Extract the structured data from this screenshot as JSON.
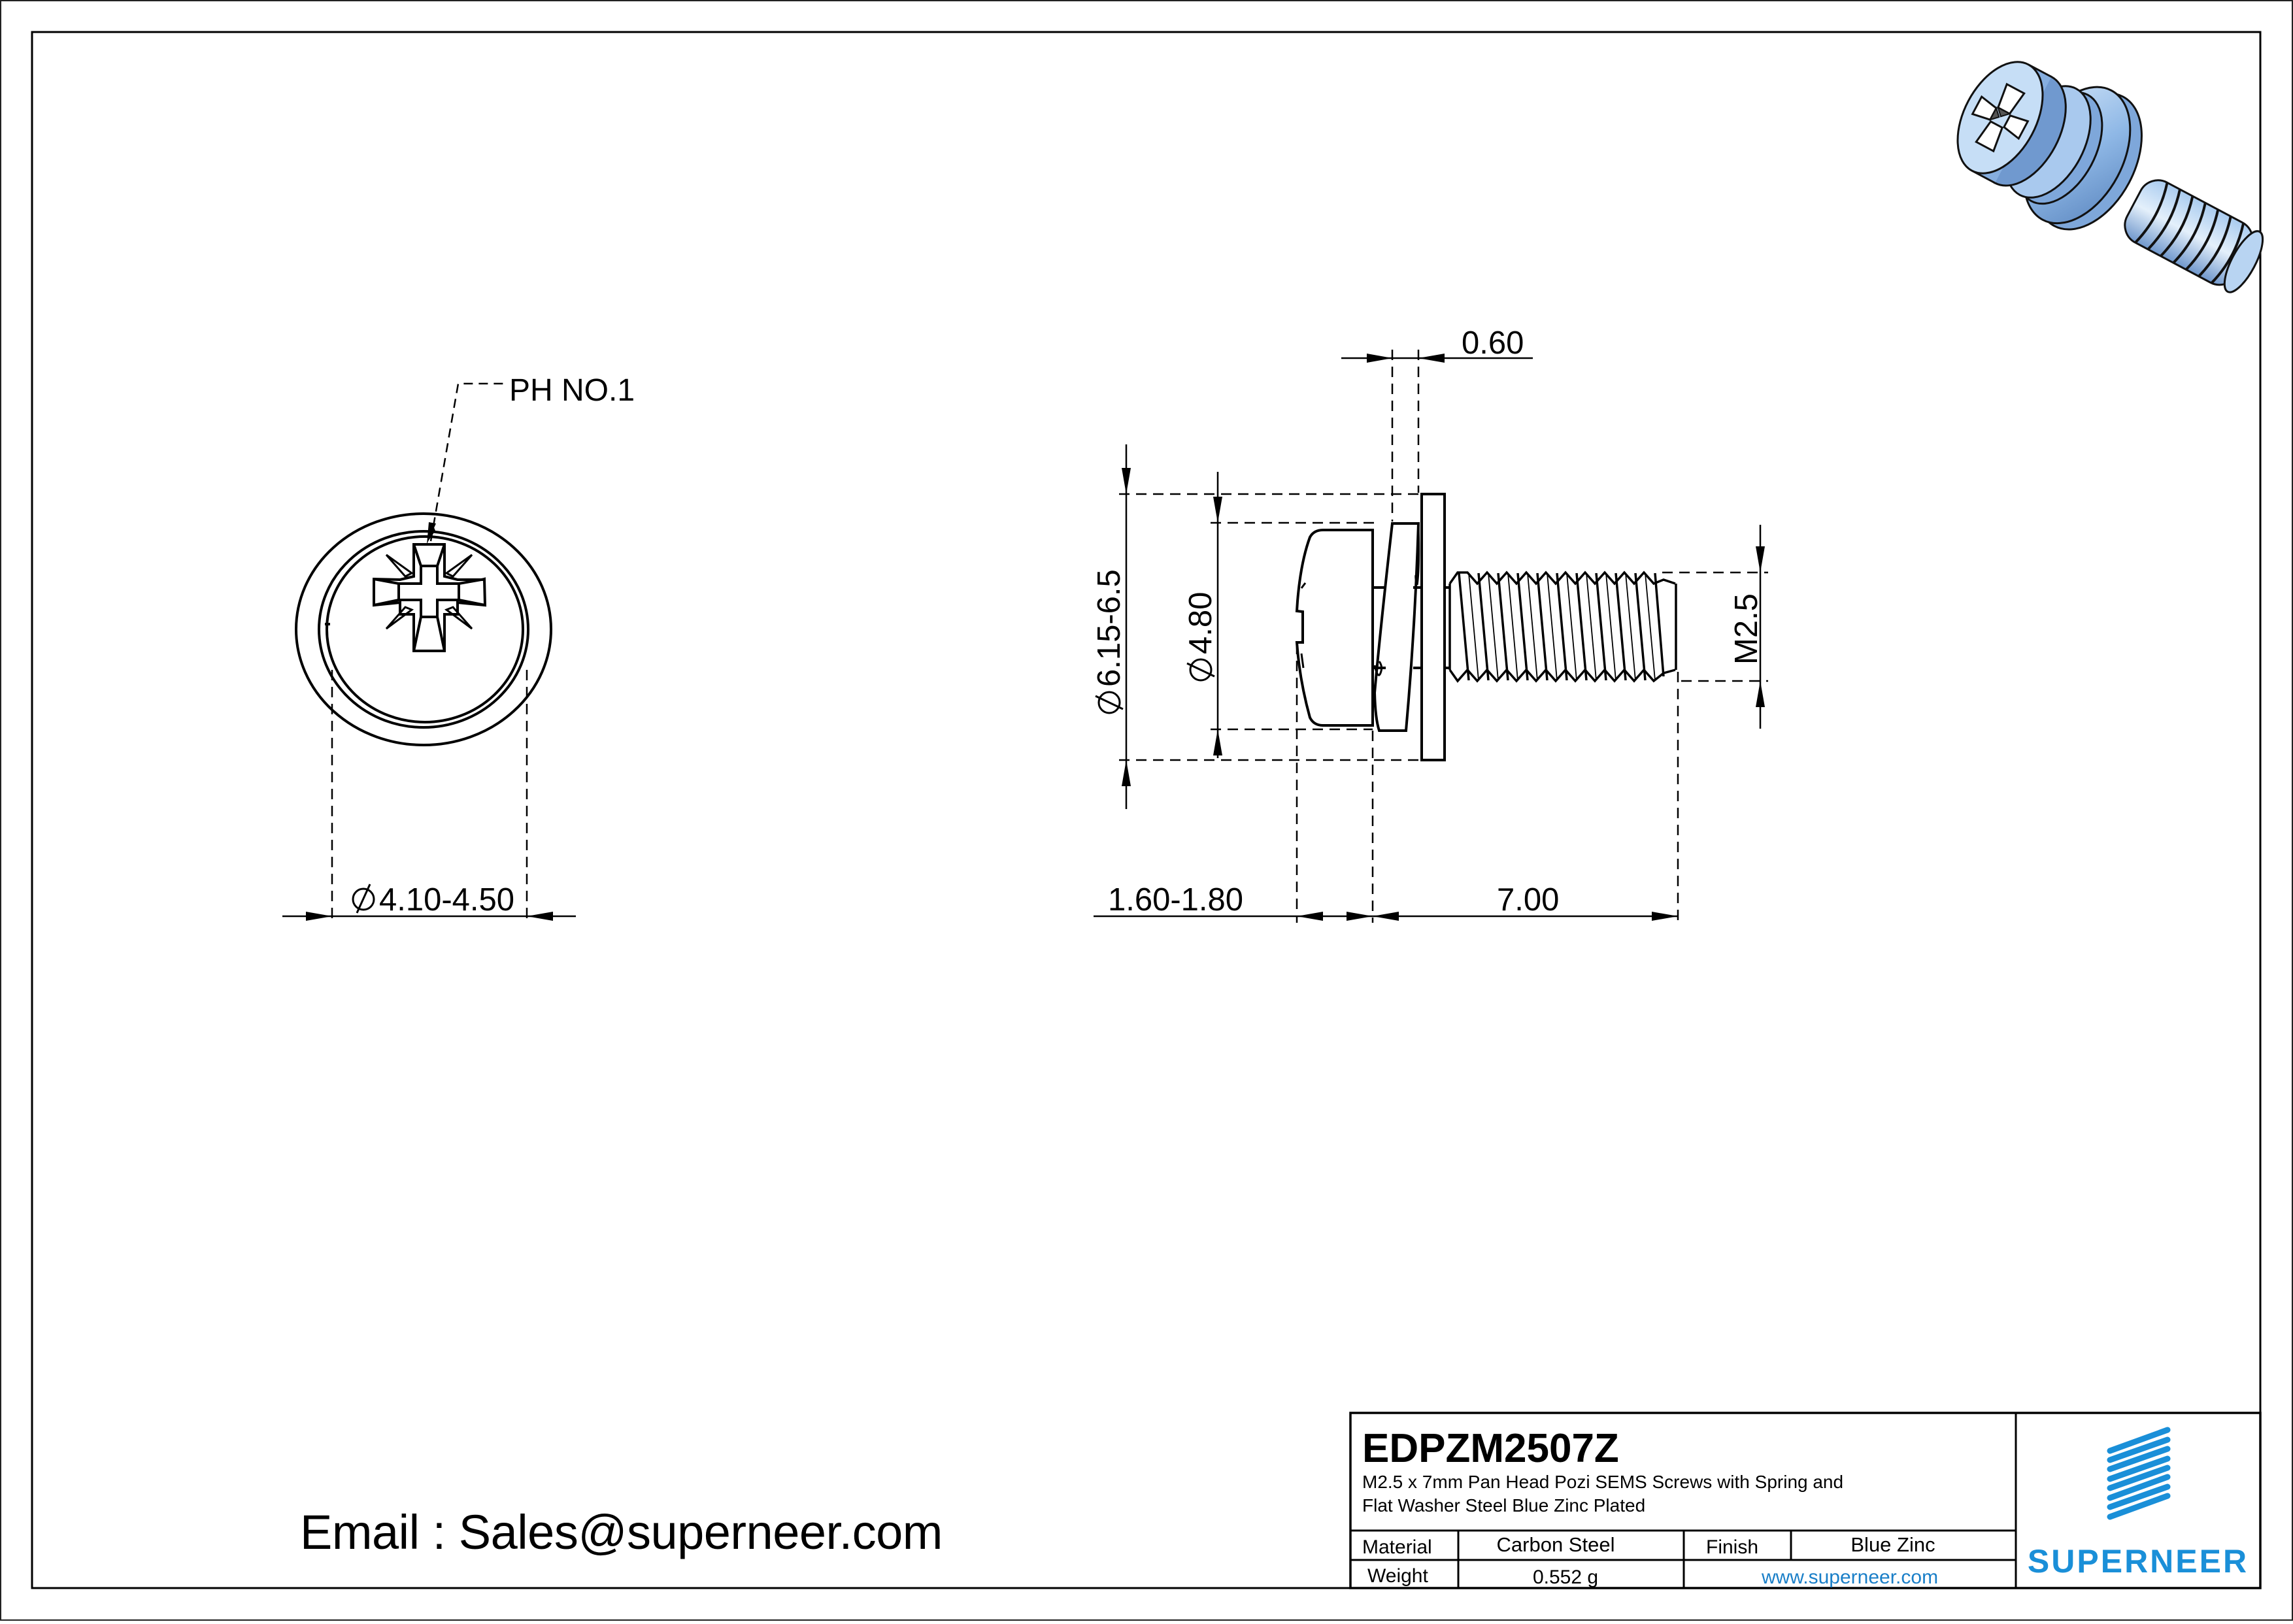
{
  "drawing": {
    "front_view": {
      "callout": "PH NO.1",
      "dim_diameter": "4.10-4.50",
      "dim_prefix_symbol": "diameter-symbol"
    },
    "side_view": {
      "dim_washer_thickness": "0.60",
      "dim_flat_washer_dia": "6.15-6.5",
      "dim_head_dia": "4.80",
      "dim_thread": "M2.5",
      "dim_head_height": "1.60-1.80",
      "dim_length": "7.00"
    },
    "iso_view": {
      "icon": "sems-screw-3d-render",
      "color": "#8fb8e6"
    }
  },
  "contact": {
    "email_line": "Email : Sales@superneer.com"
  },
  "title_block": {
    "part_number": "EDPZM2507Z",
    "description_line1": "M2.5 x 7mm Pan Head Pozi SEMS Screws with Spring and",
    "description_line2": "Flat Washer Steel Blue Zinc Plated",
    "material_label": "Material",
    "material_value": "Carbon Steel",
    "finish_label": "Finish",
    "finish_value": "Blue Zinc",
    "weight_label": "Weight",
    "weight_value": "0.552 g",
    "website": "www.superneer.com",
    "brand": "SUPERNEER",
    "brand_color": "#1a8fd8"
  }
}
